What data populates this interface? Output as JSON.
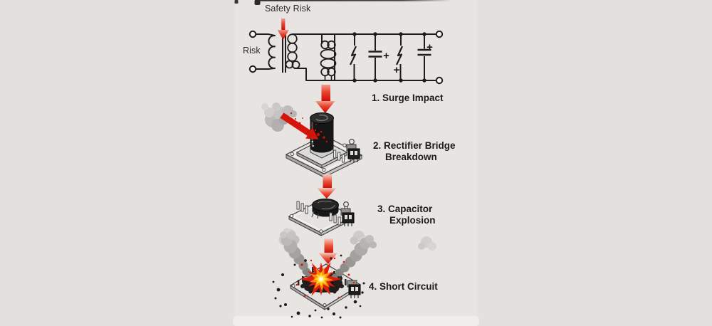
{
  "colors": {
    "background": "#e3e1df",
    "accent_red": "#d6140b",
    "text": "#1c1c1c",
    "pcb_gray": "#e4e3e1",
    "smoke_gray": "#b1afad",
    "explosion_orange": "#ff9011",
    "explosion_yellow": "#ffd91e"
  },
  "annotations": {
    "safety_risk": "Safety Risk",
    "input_risk": "Risk",
    "capacitor_plus": "+"
  },
  "steps": [
    {
      "label": "1. Surge Impact"
    },
    {
      "label": "2. Rectifier Bridge Breakdown"
    },
    {
      "label": "3. Capacitor Explosion"
    },
    {
      "label": "4. Short Circuit"
    }
  ]
}
